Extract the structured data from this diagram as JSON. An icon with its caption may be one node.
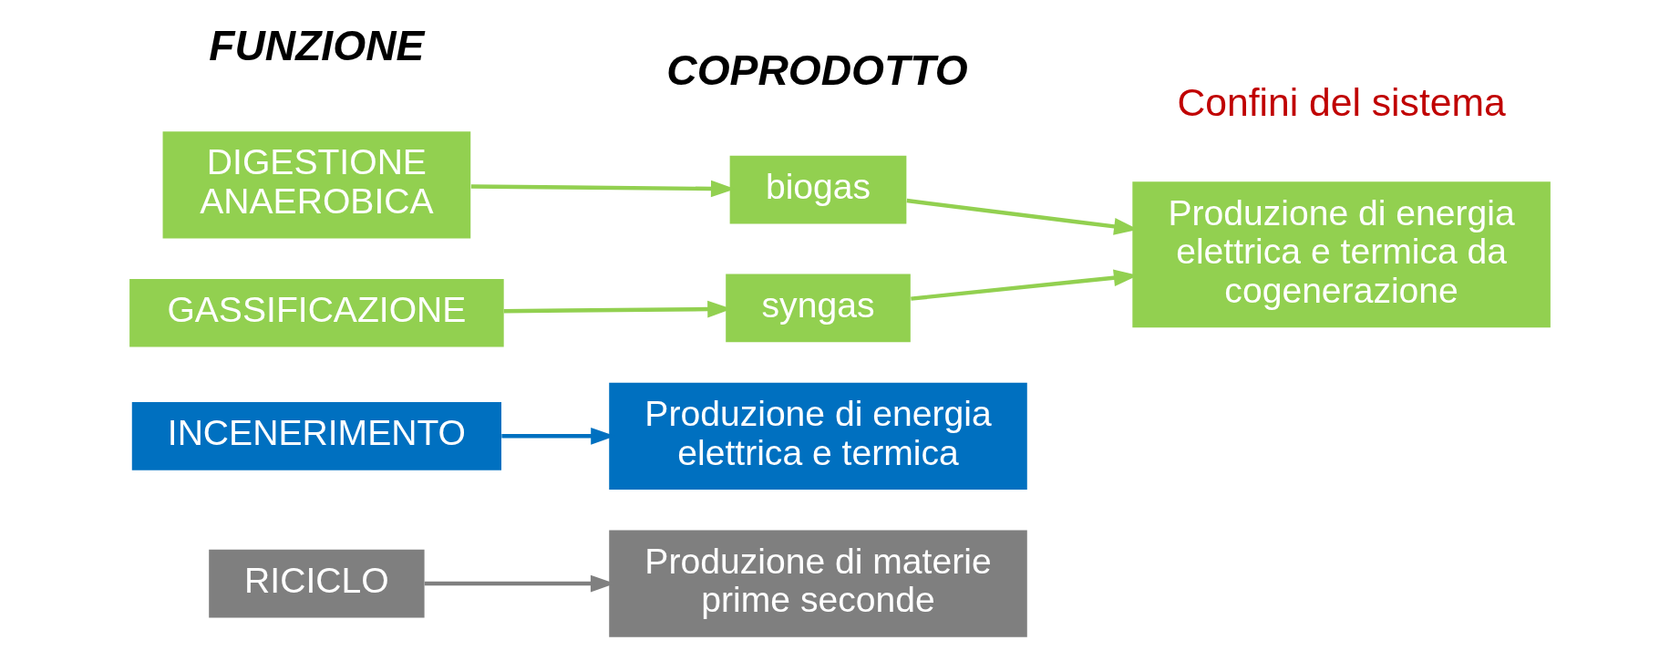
{
  "diagram": {
    "nodes": [
      {
        "text": [
          "RICICLO"
        ]
      },
      {
        "text": [
          "Produzione di materie prime seconde"
        ]
      },
      {
        "text": [
          "INCENERIMENTO"
        ]
      },
      {
        "text": [
          "Produzione di energia elettrica e termica"
        ]
      },
      {
        "text": [
          "DIGESTIONE ANAEROBICA"
        ]
      },
      {
        "text": [
          "biogas"
        ]
      },
      {
        "text": [
          "GASSIFICAZIONE"
        ]
      },
      {
        "text": [
          "syngas"
        ]
      },
      {
        "text": [
          "Produzione di energia elettrica e termica da cogenerazione"
        ]
      }
    ],
    "edges": [
      {
        "from": 0,
        "to": 1,
        "arrow": "to",
        "color": "#808080"
      },
      {
        "from": 2,
        "to": 3,
        "arrow": "to",
        "color": "#0070c0"
      },
      {
        "from": 4,
        "to": 5,
        "arrow": "to"
      },
      {
        "from": 6,
        "to": 7,
        "arrow": "to"
      },
      {
        "from": 5,
        "to": 8,
        "arrow": "to"
      },
      {
        "from": 7,
        "to": 8,
        "arrow": "to"
      }
    ],
    "labels": [
      "FUNZIONE",
      "COPRODOTTO",
      "Confini del sistema"
    ]
  }
}
